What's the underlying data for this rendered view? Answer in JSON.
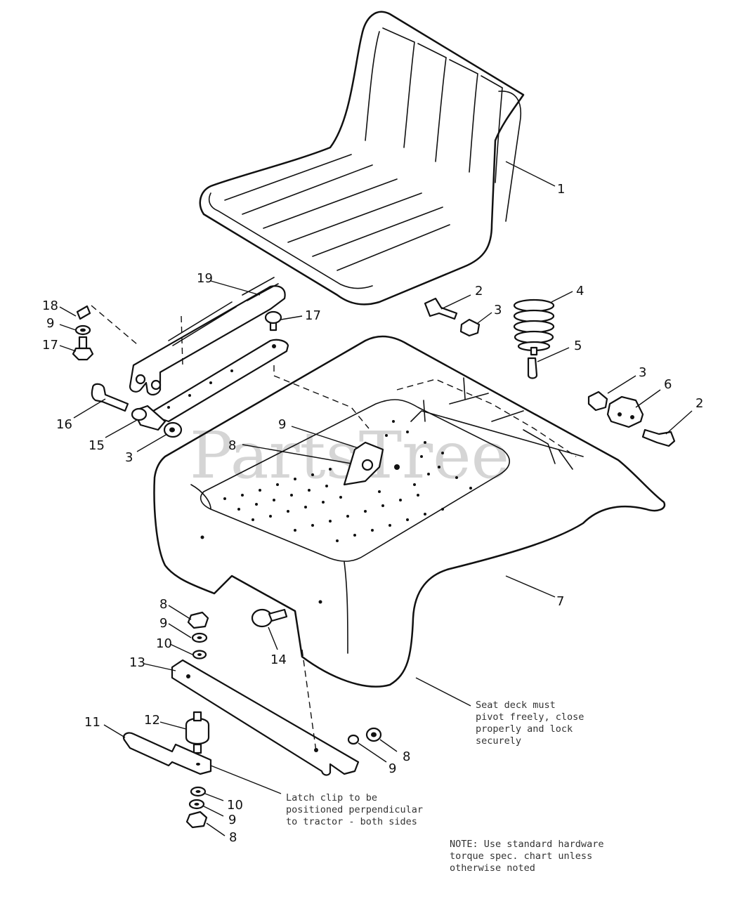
{
  "watermark": "PartsTree",
  "callouts": [
    "1",
    "2",
    "3",
    "4",
    "5",
    "3",
    "6",
    "2",
    "19",
    "17",
    "18",
    "9",
    "17",
    "16",
    "15",
    "3",
    "9",
    "8",
    "7",
    "8",
    "9",
    "10",
    "13",
    "14",
    "12",
    "11",
    "8",
    "9",
    "10",
    "9",
    "8"
  ],
  "notes": {
    "seat_deck": [
      "Seat deck must",
      "pivot freely, close",
      "properly and lock",
      "securely"
    ],
    "latch_clip": [
      "Latch clip to be",
      "positioned perpendicular",
      "to tractor - both sides"
    ],
    "hardware": [
      "NOTE: Use standard hardware",
      "torque spec. chart unless",
      "otherwise noted"
    ]
  }
}
